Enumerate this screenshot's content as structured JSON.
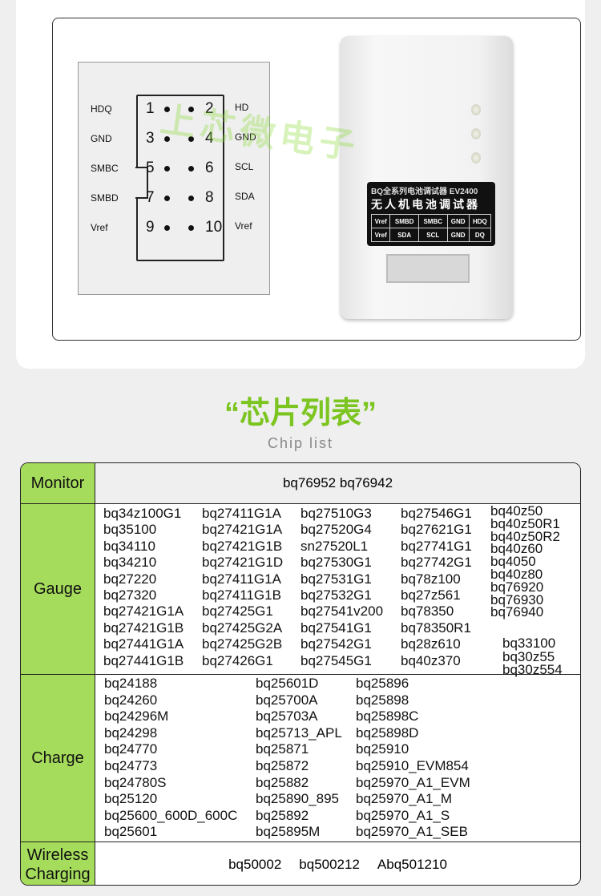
{
  "pinout": {
    "pins": [
      "1",
      "2",
      "3",
      "4",
      "5",
      "6",
      "7",
      "8",
      "9",
      "10"
    ],
    "left_labels": [
      "HDQ",
      "GND",
      "SMBC",
      "SMBD",
      "Vref"
    ],
    "right_labels": [
      "HD",
      "GND",
      "SCL",
      "SDA",
      "Vref"
    ]
  },
  "device": {
    "label_line1": "BQ全系列电池调试器  EV2400",
    "label_line2": "无人机电池调试器",
    "grid_row1": [
      "Vref",
      "SMBD",
      "SMBC",
      "GND",
      "HDQ"
    ],
    "grid_row2": [
      "Vref",
      "SDA",
      "SCL",
      "GND",
      "DQ"
    ]
  },
  "watermark": "上芯微电子",
  "section": {
    "title": "“芯片列表”",
    "subtitle": "Chip list"
  },
  "table": {
    "monitor": {
      "label": "Monitor",
      "value": "bq76952 bq76942"
    },
    "gauge": {
      "label": "Gauge",
      "columns": [
        [
          "bq34z100G1",
          "bq35100",
          "bq34110",
          "bq34210",
          "bq27220",
          "bq27320",
          "bq27421G1A",
          "bq27421G1B",
          "bq27441G1A",
          "bq27441G1B"
        ],
        [
          "bq27411G1A",
          "bq27421G1A",
          "bq27421G1B",
          "bq27421G1D",
          "bq27411G1A",
          "bq27411G1B",
          "bq27425G1",
          "bq27425G2A",
          "bq27425G2B",
          "bq27426G1"
        ],
        [
          "bq27510G3",
          "bq27520G4",
          "sn27520L1",
          "bq27530G1",
          "bq27531G1",
          "bq27532G1",
          "bq27541v200",
          "bq27541G1",
          "bq27542G1",
          "bq27545G1"
        ],
        [
          "bq27546G1",
          "bq27621G1",
          "bq27741G1",
          "bq27742G1",
          "bq78z100",
          "bq27z561",
          "bq78350",
          "bq78350R1",
          "bq28z610",
          "bq40z370"
        ],
        [
          "bq40z50",
          "bq40z50R1",
          "bq40z50R2",
          "bq40z60",
          "bq4050",
          "bq40z80",
          "bq76920",
          "bq76930",
          "bq76940"
        ],
        [
          "bq33100",
          "bq30z55",
          "bq30z554"
        ]
      ]
    },
    "charge": {
      "label": "Charge",
      "columns": [
        [
          "bq24188",
          "bq24260",
          "bq24296M",
          "bq24298",
          "bq24770",
          "bq24773",
          "bq24780S",
          "bq25120",
          "bq25600_600D_600C",
          "bq25601"
        ],
        [
          "bq25601D",
          "bq25700A",
          "bq25703A",
          "bq25713_APL",
          "bq25871",
          "bq25872",
          "bq25882",
          "bq25890_895",
          "bq25892",
          "bq25895M"
        ],
        [
          "bq25896",
          "bq25898",
          "bq25898C",
          "bq25898D",
          "bq25910",
          "bq25910_EVM854",
          "bq25970_A1_EVM",
          "bq25970_A1_M",
          "bq25970_A1_S",
          "bq25970_A1_SEB"
        ]
      ]
    },
    "wireless": {
      "label_line1": "Wireless",
      "label_line2": "Charging",
      "values": [
        "bq50002",
        "bq500212",
        "Abq501210"
      ]
    }
  }
}
